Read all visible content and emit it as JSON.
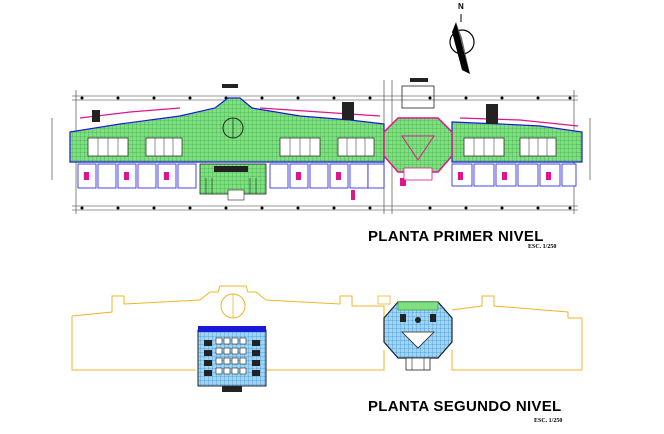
{
  "plans": [
    {
      "title": "PLANTA PRIMER NIVEL",
      "scale": "ESC. 1/250"
    },
    {
      "title": "PLANTA SEGUNDO NIVEL",
      "scale": "ESC. 1/250"
    }
  ],
  "north_arrow": {
    "letter": "N",
    "icon": "north-arrow-icon"
  },
  "colors": {
    "floor_fill": "#7ee07e",
    "floor_grid": "#2a8f3a",
    "walls": "#222222",
    "blue_detail": "#1a1ad8",
    "magenta_detail": "#e0148c",
    "yellow_outline": "#f0b429",
    "dimension_lines": "#333333"
  }
}
